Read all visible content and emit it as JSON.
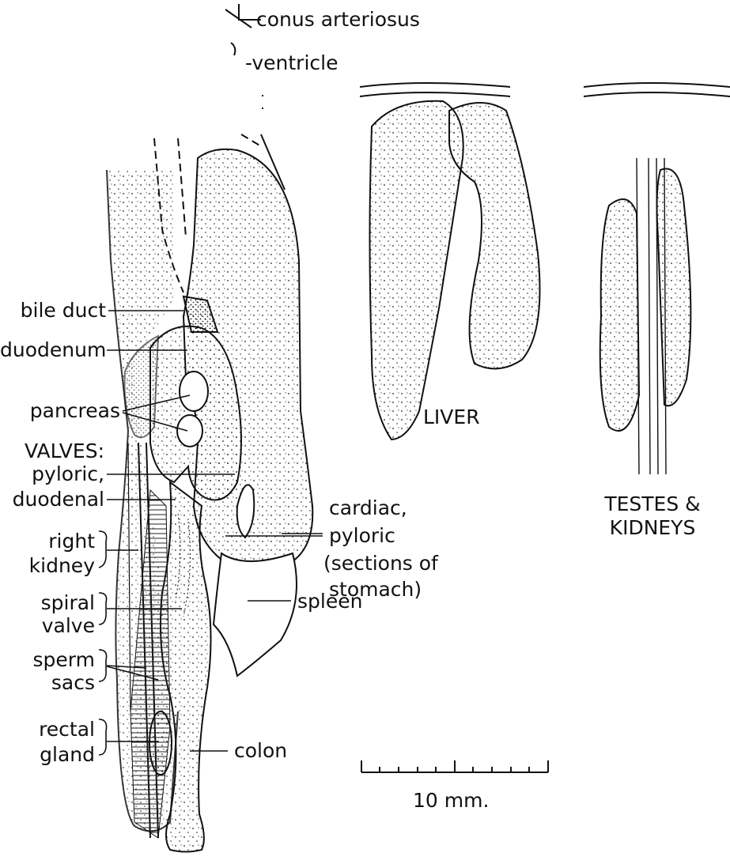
{
  "labels": {
    "conus_arteriosus": "conus arteriosus",
    "ventricle": "-ventricle",
    "bile_duct": "bile duct",
    "duodenum": "duodenum",
    "pancreas": "pancreas",
    "valves_title": "VALVES:",
    "valves_pyloric": "pyloric,",
    "valves_duodenal": "duodenal",
    "right_kidney_1": "right",
    "right_kidney_2": "kidney",
    "spiral_valve_1": "spiral",
    "spiral_valve_2": "valve",
    "sperm_sacs_1": "sperm",
    "sperm_sacs_2": "sacs",
    "rectal_gland_1": "rectal",
    "rectal_gland_2": "gland",
    "cardiac": "cardiac,",
    "pyloric": "pyloric",
    "sections_1": "(sections of",
    "sections_2": "stomach)",
    "spleen": "spleen",
    "colon": "colon",
    "liver": "LIVER",
    "testes_1": "TESTES &",
    "testes_2": "KIDNEYS",
    "scale": "10 mm."
  },
  "colors": {
    "ink": "#111111",
    "fill": "#ffffff"
  }
}
